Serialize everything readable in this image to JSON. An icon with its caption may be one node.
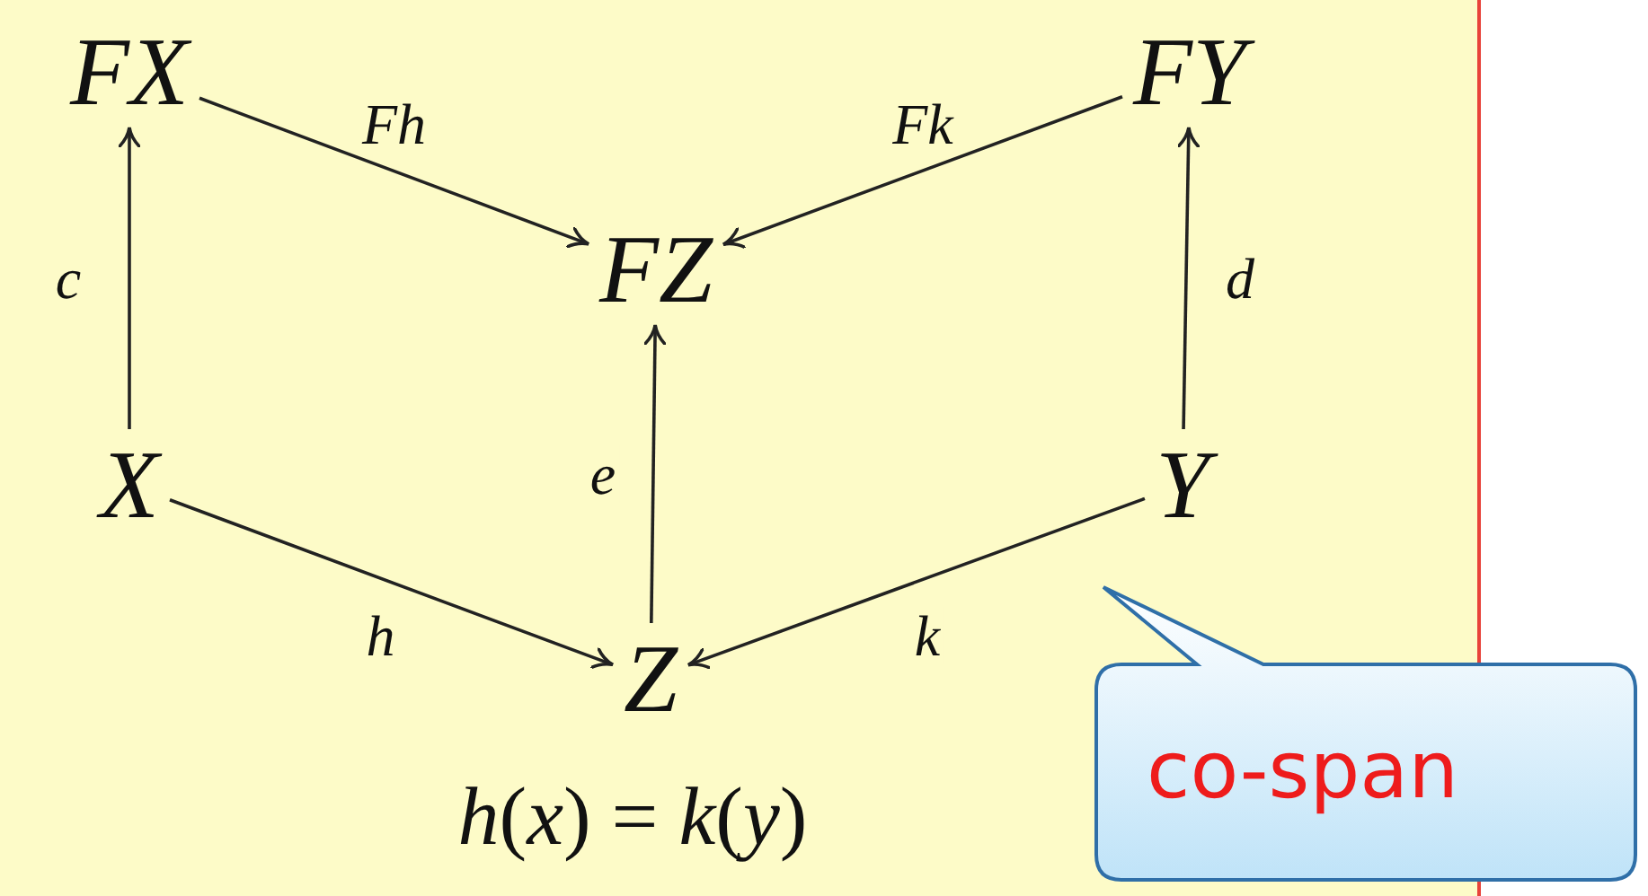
{
  "diagram": {
    "nodes": [
      {
        "text": [
          "FX"
        ]
      },
      {
        "text": [
          "FY"
        ]
      },
      {
        "text": [
          "FZ"
        ]
      },
      {
        "text": [
          "X"
        ]
      },
      {
        "text": [
          "Y"
        ]
      },
      {
        "text": [
          "Z"
        ]
      },
      {
        "text": [
          "co-span"
        ]
      }
    ],
    "edges": [
      {
        "from": 3,
        "to": 0,
        "arrow": "to",
        "label": "c"
      },
      {
        "from": 0,
        "to": 2,
        "arrow": "to",
        "label": "Fh"
      },
      {
        "from": 1,
        "to": 2,
        "arrow": "to",
        "label": "Fk"
      },
      {
        "from": 4,
        "to": 1,
        "arrow": "to",
        "label": "d"
      },
      {
        "from": 5,
        "to": 2,
        "arrow": "to",
        "label": "e"
      },
      {
        "from": 3,
        "to": 5,
        "arrow": "to",
        "label": "h"
      },
      {
        "from": 4,
        "to": 5,
        "arrow": "to",
        "label": "k"
      }
    ],
    "labels": [
      "*h*(*x*) = *k*(*y*)"
    ]
  }
}
